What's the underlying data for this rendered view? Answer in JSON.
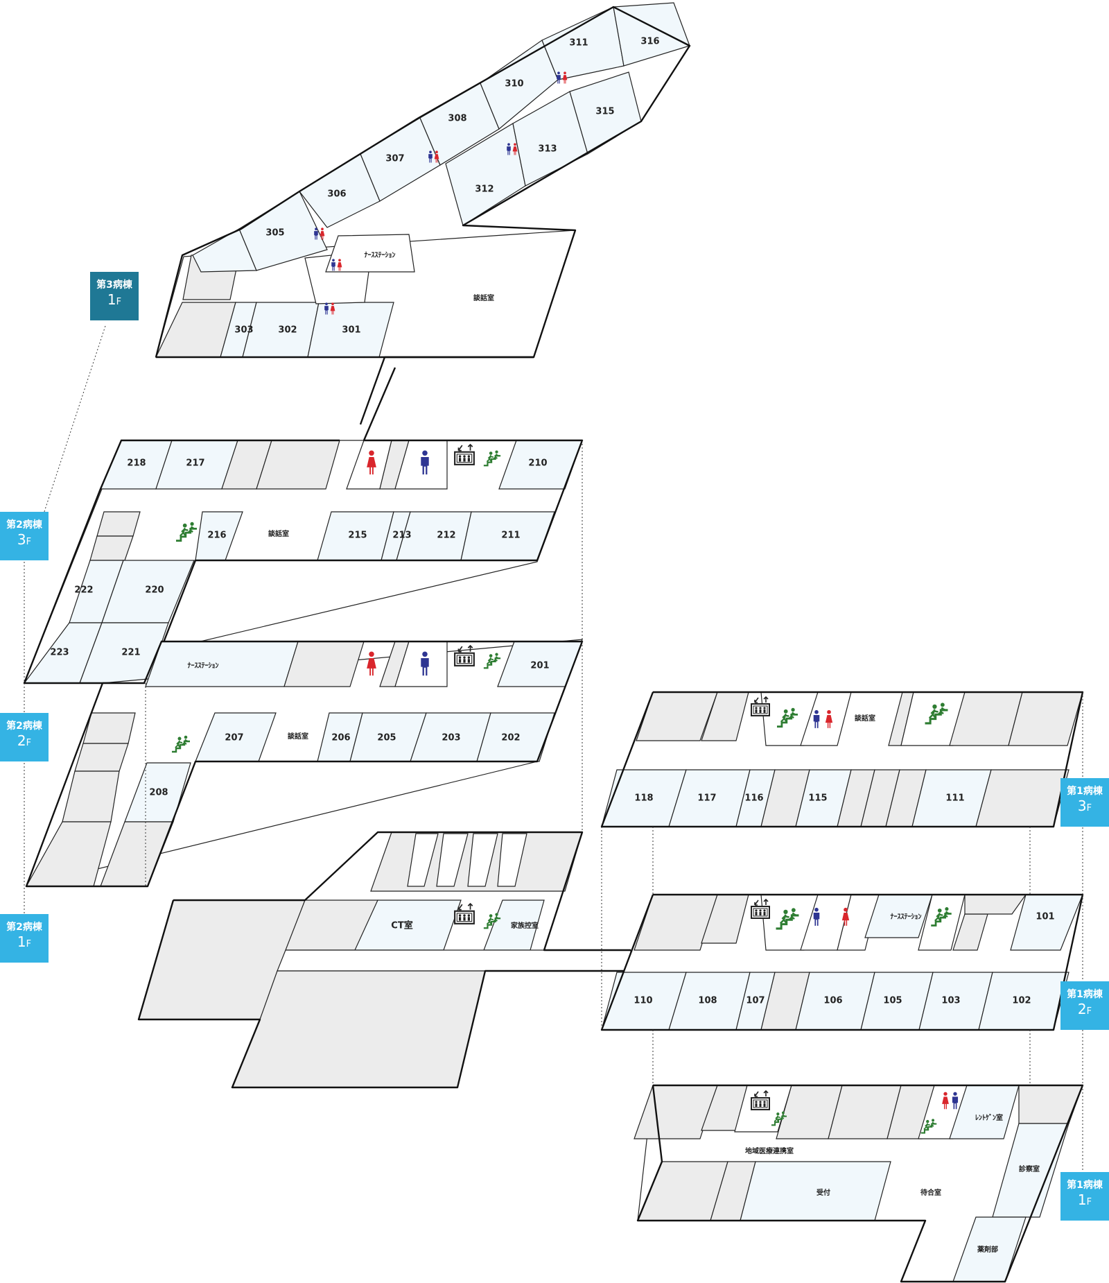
{
  "colors": {
    "room": "#f1f8fc",
    "service": "#ececec",
    "tag_light": "#34b3e4",
    "tag_dark": "#1f7895",
    "female": "#d9262c",
    "male": "#2e3592",
    "stairs": "#2e7d32"
  },
  "icons": [
    "elevator-icon",
    "stairs-icon",
    "male-restroom-icon",
    "female-restroom-icon"
  ],
  "floor_tags": [
    {
      "building": "第3病棟",
      "floor": "1",
      "unit": "F",
      "style": "dark"
    },
    {
      "building": "第2病棟",
      "floor": "3",
      "unit": "F",
      "style": "light"
    },
    {
      "building": "第2病棟",
      "floor": "2",
      "unit": "F",
      "style": "light"
    },
    {
      "building": "第2病棟",
      "floor": "1",
      "unit": "F",
      "style": "light"
    },
    {
      "building": "第1病棟",
      "floor": "3",
      "unit": "F",
      "style": "light"
    },
    {
      "building": "第1病棟",
      "floor": "2",
      "unit": "F",
      "style": "light"
    },
    {
      "building": "第1病棟",
      "floor": "1",
      "unit": "F",
      "style": "light"
    }
  ],
  "floors": {
    "ward3_1f": {
      "rooms": [
        "301",
        "302",
        "303",
        "305",
        "306",
        "307",
        "308",
        "310",
        "311",
        "312",
        "313",
        "315",
        "316"
      ],
      "areas": [
        "ﾅｰｽｽﾃｰｼｮﾝ",
        "談話室"
      ]
    },
    "ward2_3f": {
      "rooms": [
        "210",
        "211",
        "212",
        "213",
        "215",
        "216",
        "217",
        "218",
        "220",
        "221",
        "222",
        "223"
      ],
      "areas": [
        "談話室"
      ]
    },
    "ward2_2f": {
      "rooms": [
        "201",
        "202",
        "203",
        "205",
        "206",
        "207",
        "208"
      ],
      "areas": [
        "ﾅｰｽｽﾃｰｼｮﾝ",
        "談話室"
      ]
    },
    "ward2_1f": {
      "rooms": [],
      "areas": [
        "CT室",
        "家族控室"
      ]
    },
    "ward1_3f": {
      "rooms": [
        "111",
        "115",
        "116",
        "117",
        "118"
      ],
      "areas": [
        "談話室"
      ]
    },
    "ward1_2f": {
      "rooms": [
        "101",
        "102",
        "103",
        "105",
        "106",
        "107",
        "108",
        "110"
      ],
      "areas": [
        "ﾅｰｽｽﾃｰｼｮﾝ"
      ]
    },
    "ward1_1f": {
      "rooms": [],
      "areas": [
        "ﾚﾝﾄｹﾞﾝ室",
        "地域医療連携室",
        "受付",
        "待合室",
        "診察室",
        "薬剤部"
      ]
    }
  }
}
